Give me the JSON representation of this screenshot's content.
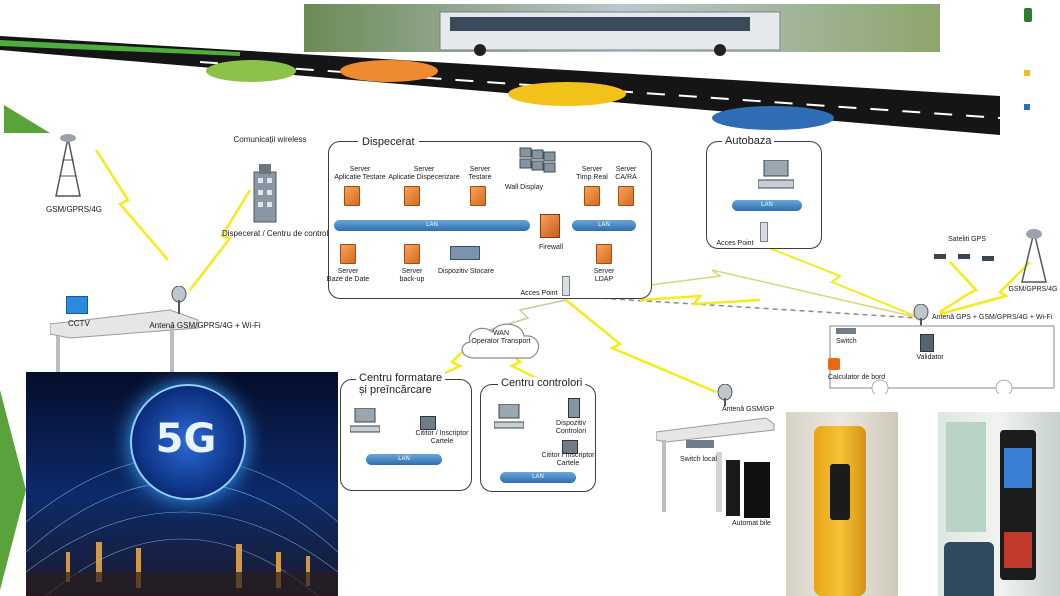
{
  "road": {
    "sign_pins": [
      {
        "icon": "radio-signal-icon",
        "color": "#8bc34a"
      },
      {
        "icon": "bus-icon",
        "color": "#f08a30"
      },
      {
        "icon": "clock-icon",
        "color": "#f2c21a"
      },
      {
        "icon": "ticket-icon",
        "color": "#2f6db6"
      }
    ]
  },
  "left_zone": {
    "tower_label": "GSM/GPRS/4G",
    "wireless_label": "Comunicații wireless",
    "dispatch_label": "Dispecerat / Centru de control",
    "cctv_label": "CCTV",
    "antenna_label": "Antenă GSM/GPRS/4G + Wi-Fi"
  },
  "dispecerat": {
    "title": "Dispecerat",
    "wall_display": "Wall Display",
    "firewall": "Firewall",
    "lan": "LAN",
    "lan2": "LAN",
    "access_point": "Acces Point",
    "storage": "Dispozitiv Stocare",
    "servers_top": [
      "Server\nAplicatie Testare",
      "Server\nAplicatie Dispecerizare",
      "Server\nTestare",
      "Server\nTimp Real",
      "Server\nCA/RA"
    ],
    "servers_bottom": [
      "Server\nBaze de Date",
      "Server\nback-up",
      "Server\nLDAP"
    ]
  },
  "autobaza": {
    "title": "Autobaza",
    "lan": "LAN",
    "access_point": "Acces Point"
  },
  "vehicle": {
    "satellites": "Sateliti GPS",
    "tower_label": "GSM/GPRS/4G",
    "antenna_label": "Antenă GPS + GSM/GPRS/4G + Wi-Fi",
    "switch_label": "Switch",
    "validator_label": "Validator",
    "board_computer": "Calculator de bord"
  },
  "wan": {
    "label": "WAN\nOperator Transport"
  },
  "centru_formatare": {
    "title": "Centru formatare\nși preîncărcare",
    "reader": "Cititor / Inscriptor\nCartele",
    "lan": "LAN"
  },
  "centru_controlori": {
    "title": "Centru controlori",
    "device": "Dispozitiv\nControlori",
    "reader": "Cititor / Inscriptor\nCartele",
    "lan": "LAN"
  },
  "station": {
    "antenna_label": "Antenă GSM/GP",
    "switch_label": "Switch local",
    "machine_label": "Automat bile"
  },
  "photo_5g": {
    "text": "5G"
  },
  "colors": {
    "green_accent": "#5aa33c",
    "lan_blue": "#3b7fc0",
    "server_orange": "#e9822f",
    "lightning": "#f4ec1a",
    "dash_line": "#8a8a8a"
  }
}
